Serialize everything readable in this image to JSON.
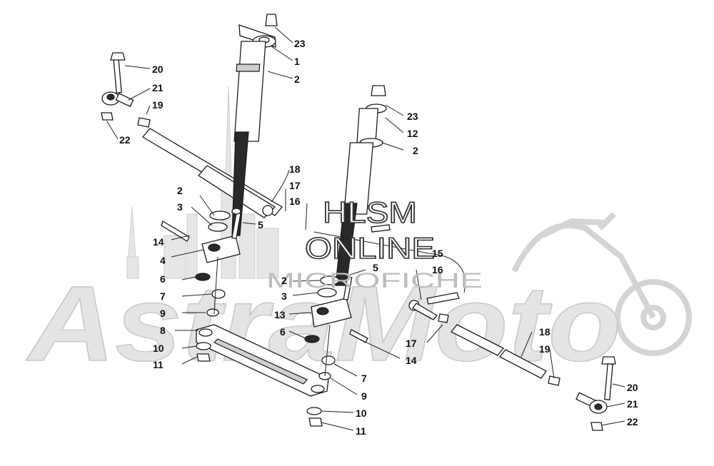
{
  "watermark": {
    "line1": "HLSM",
    "line2": "ONLINE",
    "line3": "MICROFICHE"
  },
  "logo": {
    "text": "AstraMoto"
  },
  "callouts": [
    {
      "id": "c-23a",
      "text": "23"
    },
    {
      "id": "c-1",
      "text": "1"
    },
    {
      "id": "c-2a",
      "text": "2"
    },
    {
      "id": "c-20a",
      "text": "20"
    },
    {
      "id": "c-21a",
      "text": "21"
    },
    {
      "id": "c-19a",
      "text": "19"
    },
    {
      "id": "c-22a",
      "text": "22"
    },
    {
      "id": "c-18a",
      "text": "18"
    },
    {
      "id": "c-17a",
      "text": "17"
    },
    {
      "id": "c-16a",
      "text": "16"
    },
    {
      "id": "c-2b",
      "text": "2"
    },
    {
      "id": "c-3a",
      "text": "3"
    },
    {
      "id": "c-5a",
      "text": "5"
    },
    {
      "id": "c-14a",
      "text": "14"
    },
    {
      "id": "c-4",
      "text": "4"
    },
    {
      "id": "c-6a",
      "text": "6"
    },
    {
      "id": "c-7a",
      "text": "7"
    },
    {
      "id": "c-9a",
      "text": "9"
    },
    {
      "id": "c-8",
      "text": "8"
    },
    {
      "id": "c-10a",
      "text": "10"
    },
    {
      "id": "c-11a",
      "text": "11"
    },
    {
      "id": "c-23b",
      "text": "23"
    },
    {
      "id": "c-12",
      "text": "12"
    },
    {
      "id": "c-2c",
      "text": "2"
    },
    {
      "id": "c-15",
      "text": "15"
    },
    {
      "id": "c-16b",
      "text": "16"
    },
    {
      "id": "c-5b",
      "text": "5"
    },
    {
      "id": "c-2d",
      "text": "2"
    },
    {
      "id": "c-3b",
      "text": "3"
    },
    {
      "id": "c-13",
      "text": "13"
    },
    {
      "id": "c-6b",
      "text": "6"
    },
    {
      "id": "c-17b",
      "text": "17"
    },
    {
      "id": "c-14b",
      "text": "14"
    },
    {
      "id": "c-7b",
      "text": "7"
    },
    {
      "id": "c-9b",
      "text": "9"
    },
    {
      "id": "c-10b",
      "text": "10"
    },
    {
      "id": "c-11b",
      "text": "11"
    },
    {
      "id": "c-18b",
      "text": "18"
    },
    {
      "id": "c-19b",
      "text": "19"
    },
    {
      "id": "c-20b",
      "text": "20"
    },
    {
      "id": "c-21b",
      "text": "21"
    },
    {
      "id": "c-22b",
      "text": "22"
    }
  ]
}
